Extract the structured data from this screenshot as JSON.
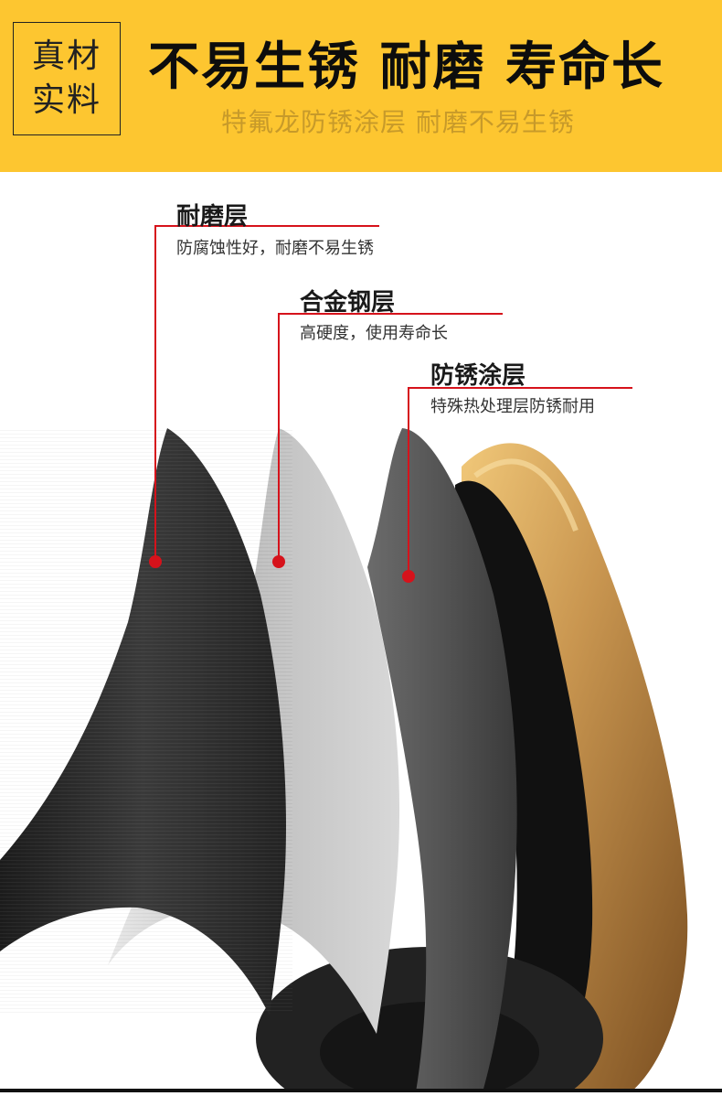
{
  "header": {
    "badge_line1": "真材",
    "badge_line2": "实料",
    "headline": "不易生锈  耐磨  寿命长",
    "subline": "特氟龙防锈涂层 耐磨不易生锈",
    "colors": {
      "background": "#fdc630",
      "subline": "#c79a2a"
    }
  },
  "layers": [
    {
      "title": "耐磨层",
      "desc": "防腐蚀性好，耐磨不易生锈"
    },
    {
      "title": "合金钢层",
      "desc": "高硬度，使用寿命长"
    },
    {
      "title": "防锈涂层",
      "desc": "特殊热处理层防锈耐用"
    }
  ],
  "callout_color": "#d6121b",
  "icons": {
    "callout_marker": "red-dot"
  }
}
